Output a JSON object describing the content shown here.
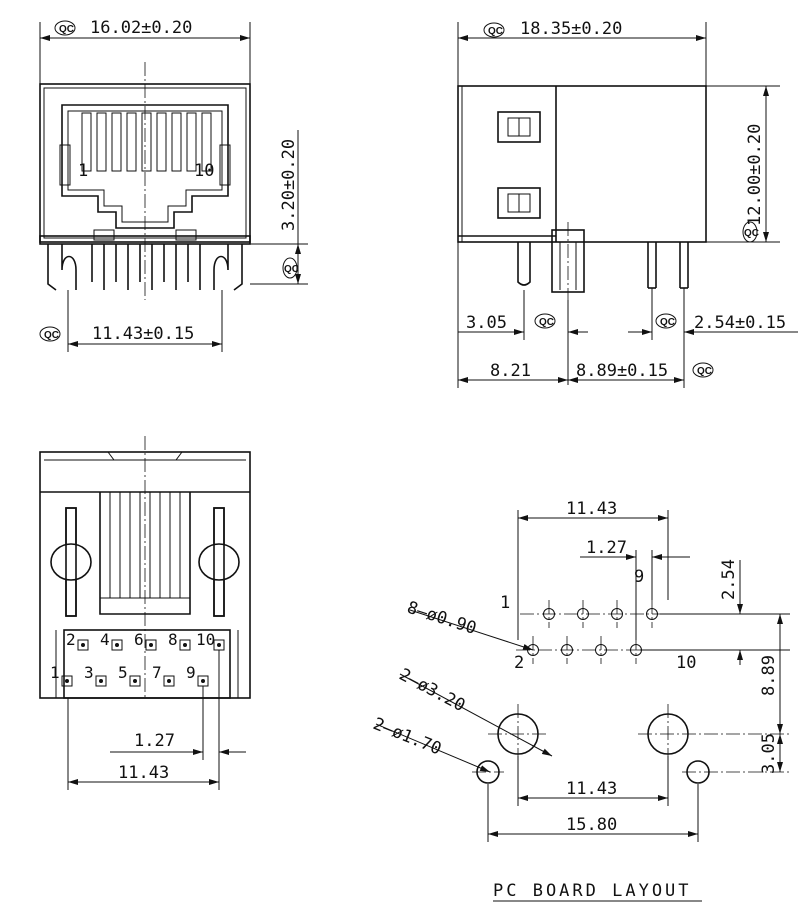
{
  "front_view": {
    "overall_width": "16.02±0.20",
    "pin_span": "11.43±0.15",
    "standoff": "3.20±0.20",
    "pin_first": "1",
    "pin_last": "10"
  },
  "side_view": {
    "depth": "18.35±0.20",
    "height": "12.00±0.20",
    "dim_a": "3.05",
    "dim_b": "2.54±0.15",
    "dim_c": "8.21",
    "dim_d": "8.89±0.15"
  },
  "bottom_view": {
    "pins_top": [
      "2",
      "4",
      "6",
      "8",
      "10"
    ],
    "pins_bottom": [
      "1",
      "3",
      "5",
      "7",
      "9"
    ],
    "pitch": "1.27",
    "span": "11.43"
  },
  "pcb_layout": {
    "title": "PC BOARD LAYOUT",
    "span_top": "11.43",
    "pitch": "1.27",
    "row_offset": "2.54",
    "small_holes": "8–ø0.90",
    "big_holes": "2–ø3.20",
    "mid_holes": "2–ø1.70",
    "span_big": "11.43",
    "span_outer": "15.80",
    "row_to_big": "8.89",
    "big_to_mid": "3.05",
    "pin_1": "1",
    "pin_2": "2",
    "pin_9": "9",
    "pin_10": "10"
  },
  "qc_mark": "QC"
}
